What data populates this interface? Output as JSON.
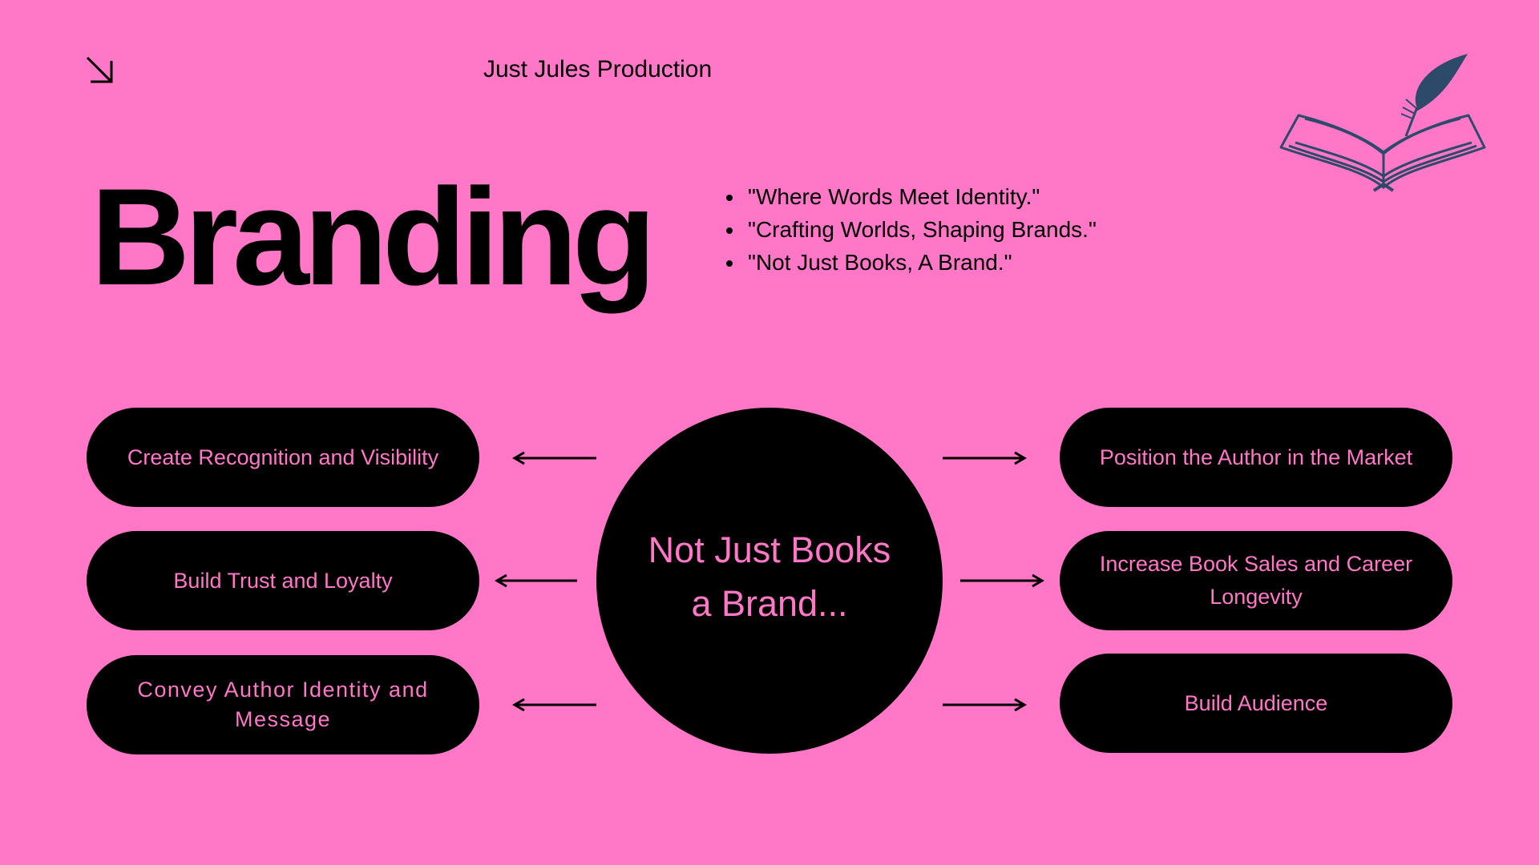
{
  "header": {
    "brand": "Just Jules Production",
    "corner_icon": "arrow-down-right-icon",
    "logo_icon": "open-book-quill-icon"
  },
  "title": "Branding",
  "taglines": [
    "\"Where Words Meet Identity.\"",
    "\"Crafting Worlds, Shaping Brands.\"",
    "\"Not Just Books, A Brand.\""
  ],
  "diagram": {
    "center": "Not Just Books a Brand...",
    "left": [
      "Create Recognition and Visibility",
      "Build Trust and Loyalty",
      "Convey Author Identity and Message"
    ],
    "right": [
      "Position the Author in the Market",
      "Increase Book Sales and Career Longevity",
      "Build Audience"
    ]
  },
  "colors": {
    "background": "#ff77c6",
    "shape_fill": "#000000",
    "shape_text": "#ff77c6",
    "logo_ink": "#2d4a6b"
  }
}
